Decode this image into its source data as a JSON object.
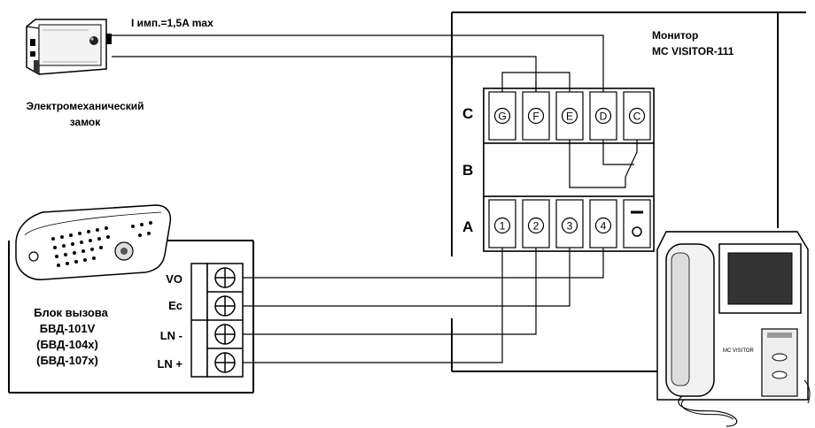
{
  "labels": {
    "current_note": "I имп.=1,5A max",
    "lock_line1": "Электромеханический",
    "lock_line2": "замок",
    "monitor_line1": "Монитор",
    "monitor_line2": "MC VISITOR-111",
    "row_c": "C",
    "row_b": "B",
    "row_a": "A",
    "caller_line1": "Блок вызова",
    "caller_line2": "БВД-101V",
    "caller_line3": "(БВД-104x)",
    "caller_line4": "(БВД-107x)"
  },
  "top_terminals": [
    "G",
    "F",
    "E",
    "D",
    "C"
  ],
  "bottom_terminals": [
    "1",
    "2",
    "3",
    "4"
  ],
  "caller_terminals": [
    "VO",
    "Ec",
    "LN -",
    "LN +"
  ],
  "monitor_device_text": "MC VISITOR",
  "colors": {
    "line": "#000000",
    "background": "#ffffff"
  }
}
